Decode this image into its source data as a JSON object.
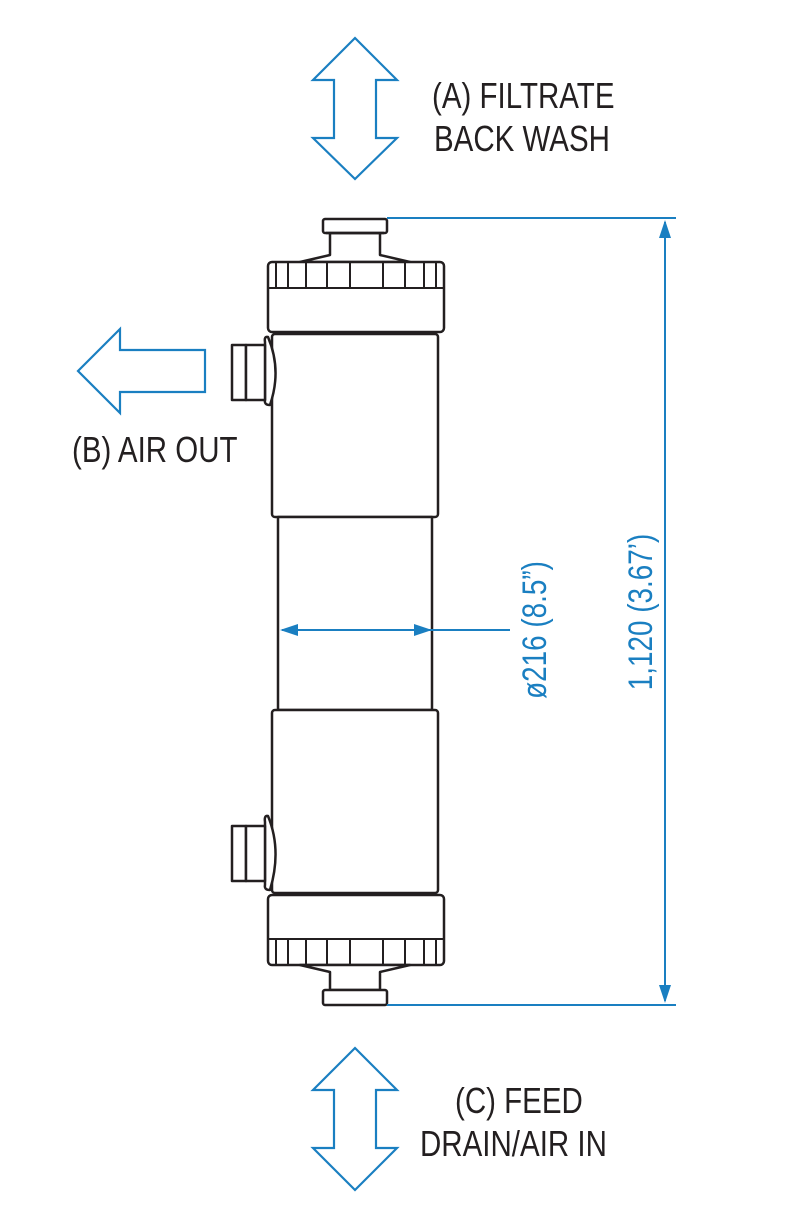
{
  "labels": {
    "a_line1": "(A) FILTRATE",
    "a_line2": "BACK WASH",
    "b_line1": "(B) AIR OUT",
    "c_line1": "(C) FEED",
    "c_line2": "DRAIN/AIR IN"
  },
  "dimensions": {
    "diameter": "ø216 (8.5”)",
    "length": "1,120 (3.67’)"
  },
  "colors": {
    "dimension": "#1a7fc1",
    "outline": "#231f20"
  }
}
